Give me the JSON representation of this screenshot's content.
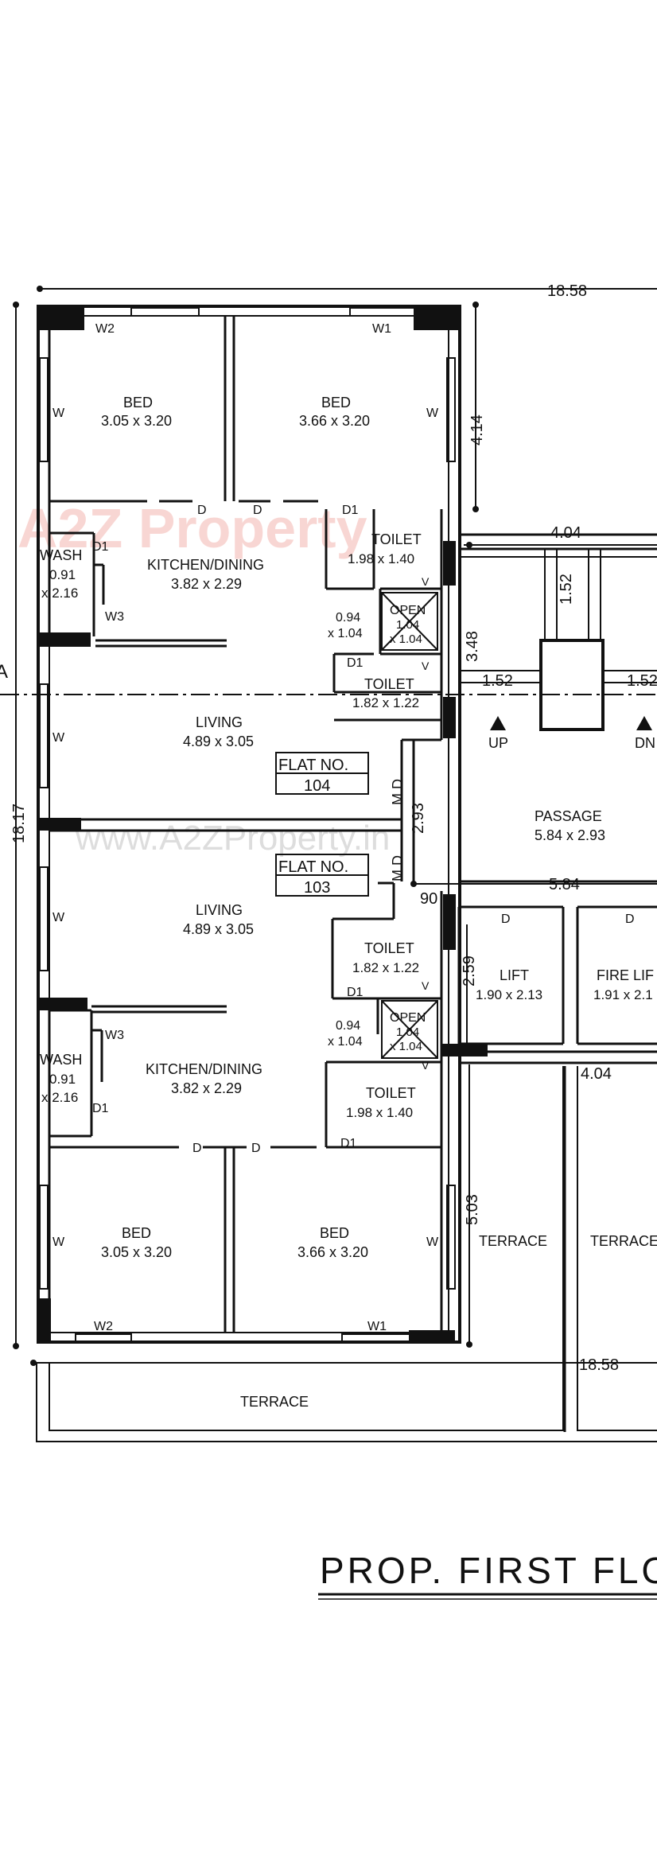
{
  "title": "PROP. FIRST FLO",
  "watermark": {
    "logo_text": "A2Z Property",
    "url_text": "www.A2ZProperty.in"
  },
  "dimensions": {
    "total_width_top": "18.58",
    "total_width_bottom": "18.58",
    "total_height": "18.17",
    "top_block_depth": "4.14",
    "core_width_upper": "4.04",
    "core_width_lower": "4.04",
    "stair_depth": "1.52",
    "stair_height": "3.48",
    "stair_run_left": "1.52",
    "stair_run_right": "1.52",
    "passage_height": "2.93",
    "passage_width": "5.84",
    "lift_depth": "2.59",
    "small_gap": "90",
    "terrace_depth": "5.03"
  },
  "flats": [
    {
      "flat_label_line1": "FLAT NO.",
      "flat_number": "104",
      "bed_left": {
        "name": "BED",
        "size": "3.05 x 3.20"
      },
      "bed_right": {
        "name": "BED",
        "size": "3.66 x 3.20"
      },
      "kitchen": {
        "name": "KITCHEN/DINING",
        "size": "3.82 x 2.29"
      },
      "wash": {
        "name": "WASH",
        "size1": "0.91",
        "size2": "x 2.16"
      },
      "toilet_a": {
        "name": "TOILET",
        "size": "1.98 x 1.40"
      },
      "toilet_b": {
        "name": "TOILET",
        "size": "1.82 x 1.22"
      },
      "open": {
        "name": "OPEN",
        "size1": "1.04",
        "size2": "x 1.04"
      },
      "duct": {
        "size1": "0.94",
        "size2": "x 1.04"
      },
      "living": {
        "name": "LIVING",
        "size": "4.89 x 3.05"
      },
      "md": "M.D."
    },
    {
      "flat_label_line1": "FLAT NO.",
      "flat_number": "103",
      "bed_left": {
        "name": "BED",
        "size": "3.05 x 3.20"
      },
      "bed_right": {
        "name": "BED",
        "size": "3.66 x 3.20"
      },
      "kitchen": {
        "name": "KITCHEN/DINING",
        "size": "3.82 x 2.29"
      },
      "wash": {
        "name": "WASH",
        "size1": "0.91",
        "size2": "x 2.16"
      },
      "toilet_a": {
        "name": "TOILET",
        "size": "1.98 x 1.40"
      },
      "toilet_b": {
        "name": "TOILET",
        "size": "1.82 x 1.22"
      },
      "open": {
        "name": "OPEN",
        "size1": "1.04",
        "size2": "x 1.04"
      },
      "duct": {
        "size1": "0.94",
        "size2": "x 1.04"
      },
      "living": {
        "name": "LIVING",
        "size": "4.89 x 3.05"
      },
      "md": "M.D."
    }
  ],
  "core": {
    "passage": {
      "name": "PASSAGE",
      "size": "5.84 x 2.93"
    },
    "lift": {
      "name": "LIFT",
      "size": "1.90 x 2.13"
    },
    "fire_lift": {
      "name": "FIRE LIF",
      "size": "1.91 x 2.1"
    },
    "stair_up": "UP",
    "stair_down": "DN",
    "terrace_left": "TERRACE",
    "terrace_right": "TERRACE",
    "terrace_bottom": "TERRACE"
  },
  "marks": {
    "window": "W",
    "window_1": "W1",
    "window_2": "W2",
    "window_3": "W3",
    "door": "D",
    "door_1": "D1",
    "vent": "V",
    "section_mark": "A"
  }
}
